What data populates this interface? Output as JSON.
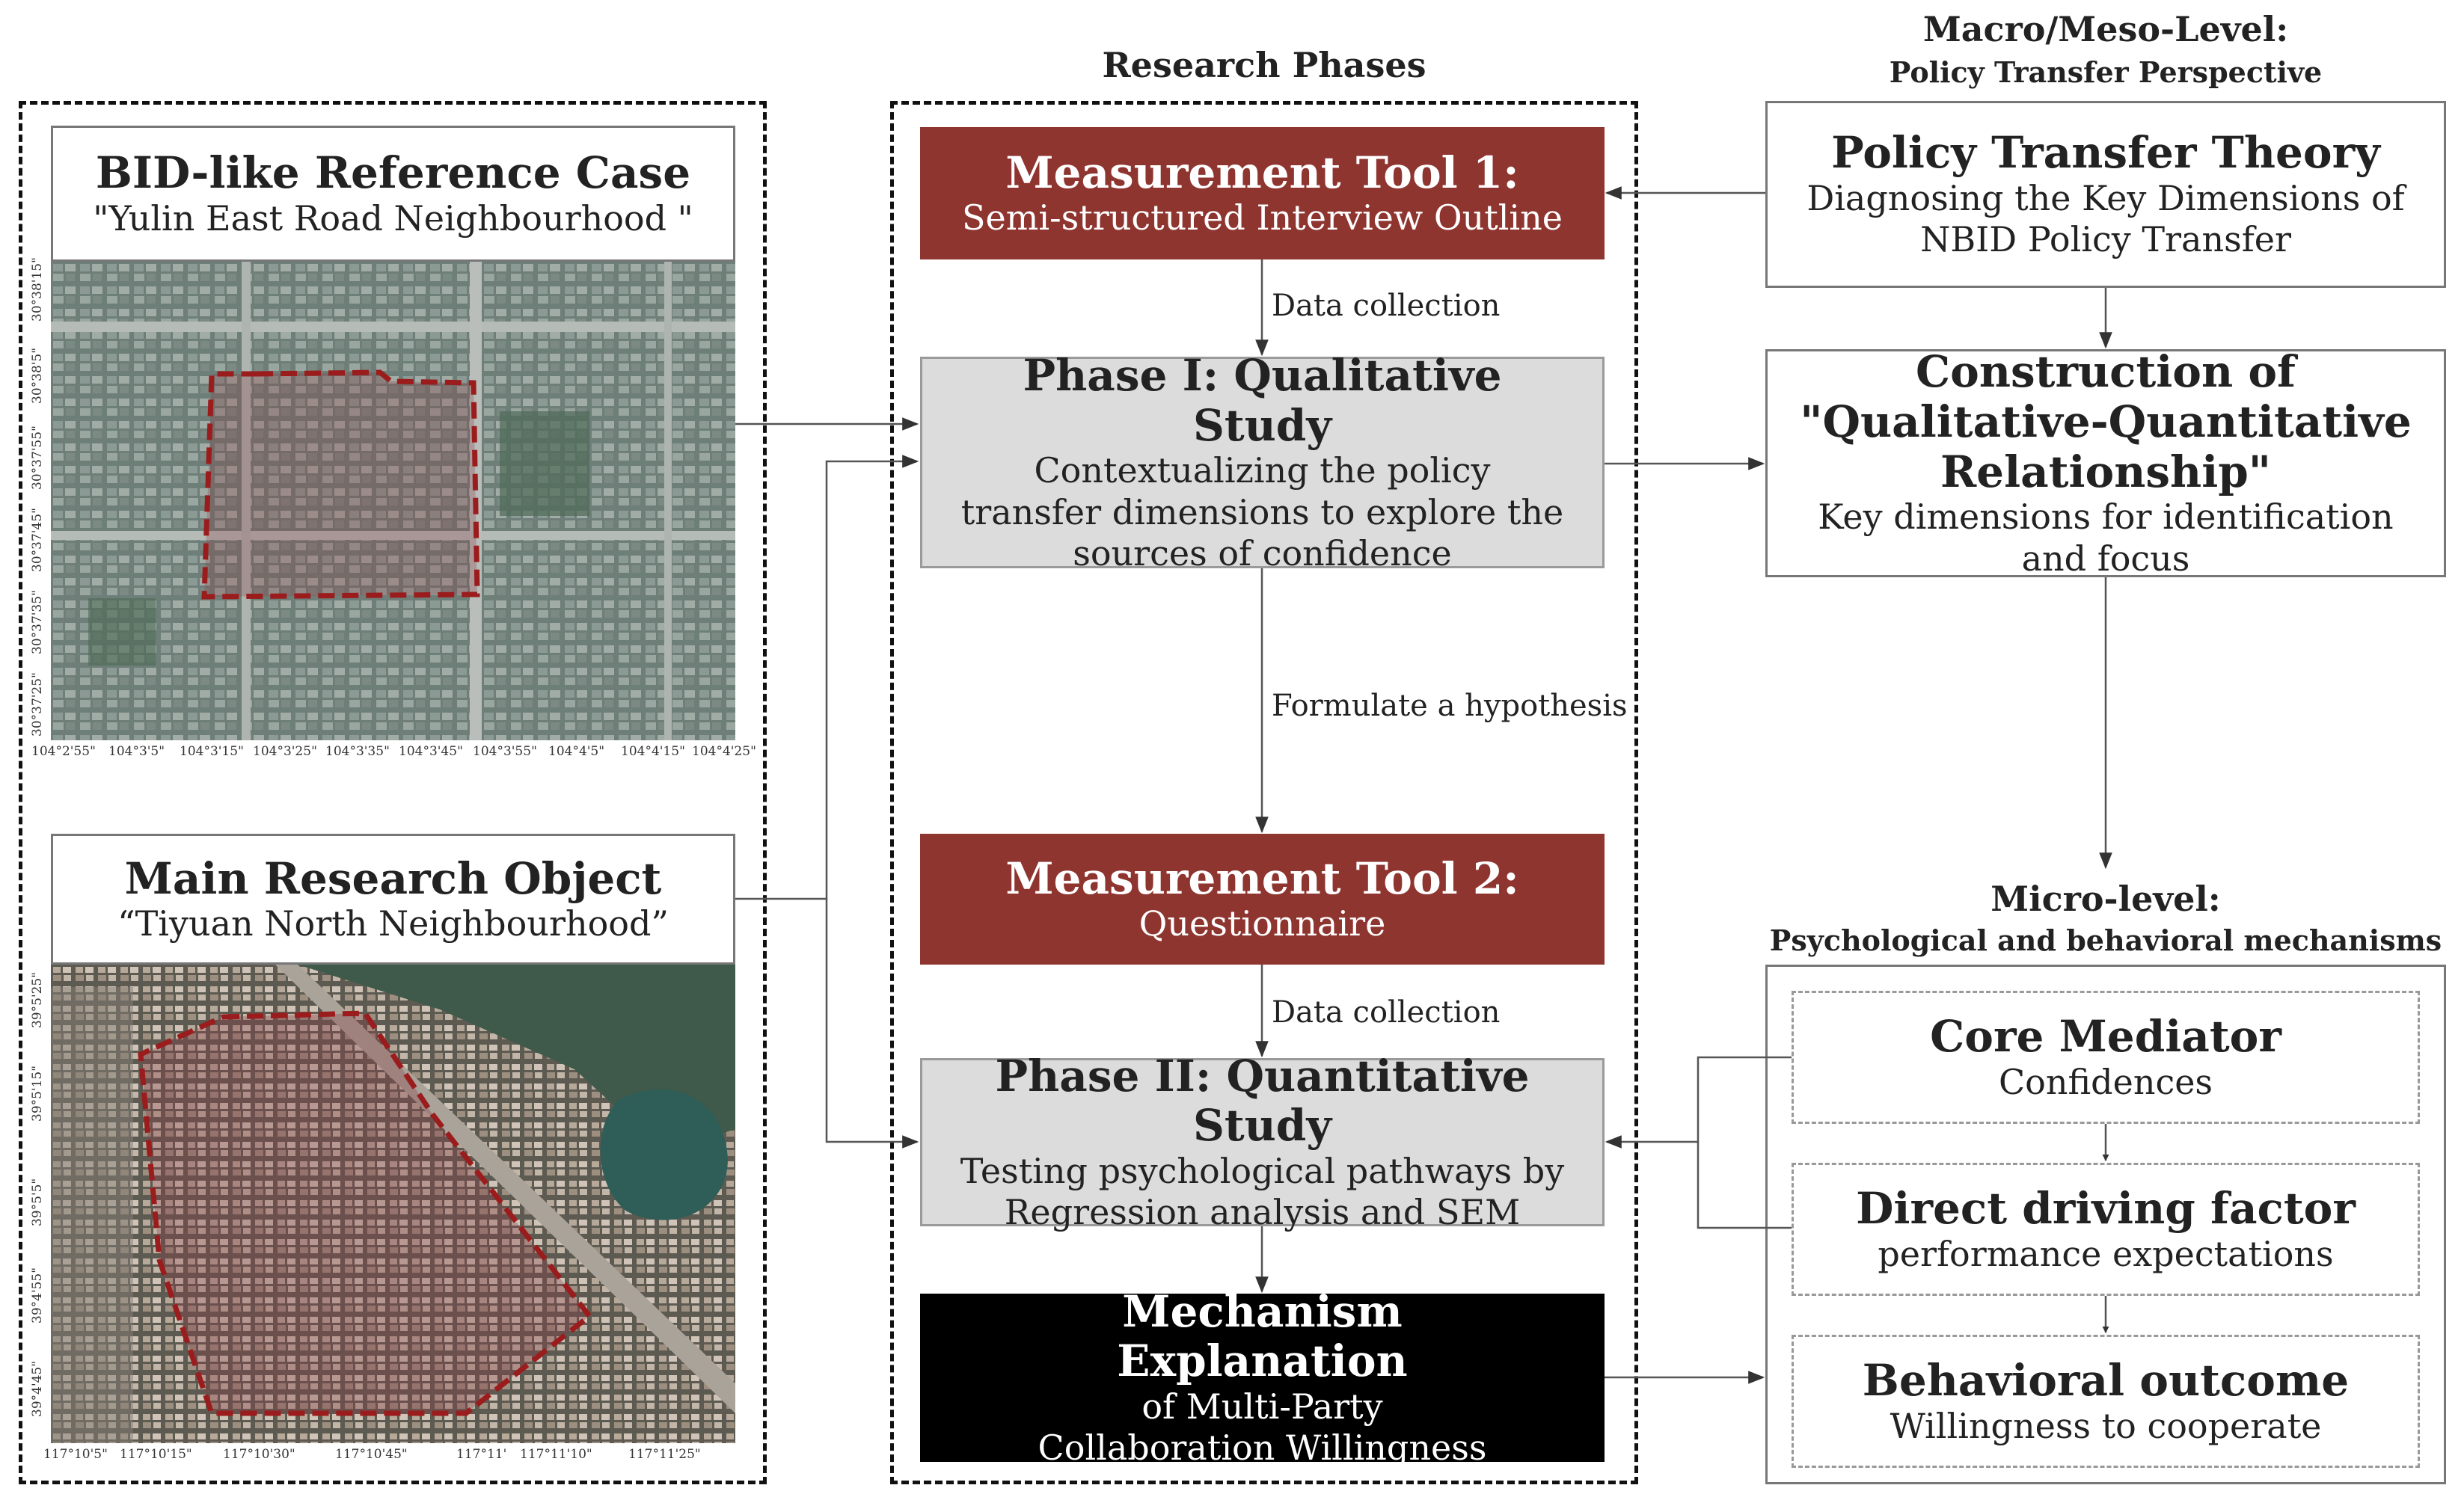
{
  "headings": {
    "research_phases": "Research Phases",
    "macro_title": "Macro/Meso-Level:",
    "macro_sub": "Policy Transfer Perspective",
    "micro_title": "Micro-level:",
    "micro_sub": "Psychological and behavioral mechanisms"
  },
  "left": {
    "case1_title": "BID-like Reference Case",
    "case1_name": "\"Yulin East Road Neighbourhood \"",
    "case1_lat_ticks": [
      "30°38'15\"",
      "30°38'5\"",
      "30°37'55\"",
      "30°37'45\"",
      "30°37'35\"",
      "30°37'25\""
    ],
    "case1_lon_ticks": [
      "104°2'55\"",
      "104°3'5\"",
      "104°3'15\"",
      "104°3'25\"",
      "104°3'35\"",
      "104°3'45\"",
      "104°3'55\"",
      "104°4'5\"",
      "104°4'15\"",
      "104°4'25\""
    ],
    "case2_title": "Main Research Object",
    "case2_name": "“Tiyuan North Neighbourhood”",
    "case2_lat_ticks": [
      "39°5'25\"",
      "39°5'15\"",
      "39°5'5\"",
      "39°4'55\"",
      "39°4'45\""
    ],
    "case2_lon_ticks": [
      "117°10'5\"",
      "117°10'15\"",
      "117°10'30\"",
      "117°10'45\"",
      "117°11'",
      "117°11'10\"",
      "117°11'25\""
    ]
  },
  "center": {
    "tool1_title": "Measurement Tool 1:",
    "tool1_sub": "Semi-structured Interview Outline",
    "label_data1": "Data collection",
    "phase1_title": "Phase I: Qualitative Study",
    "phase1_sub": "Contextualizing the policy transfer dimensions to explore the sources of confidence",
    "label_hypothesis": "Formulate a hypothesis",
    "tool2_title": "Measurement Tool 2:",
    "tool2_sub": "Questionnaire",
    "label_data2": "Data collection",
    "phase2_title": "Phase II: Quantitative Study",
    "phase2_sub": "Testing psychological pathways by Regression analysis and SEM",
    "mech_title": "Mechanism Explanation",
    "mech_sub": "of Multi-Party Collaboration Willingness"
  },
  "right": {
    "ptt_title": "Policy Transfer Theory",
    "ptt_sub": "Diagnosing the Key Dimensions of NBID Policy Transfer",
    "cons_title": "Construction of \"Qualitative-Quantitative Relationship\"",
    "cons_sub": "Key dimensions for identification and focus",
    "core_title": "Core Mediator",
    "core_sub": "Confidences",
    "direct_title": "Direct driving factor",
    "direct_sub": "performance expectations",
    "behav_title": "Behavioral outcome",
    "behav_sub": "Willingness to cooperate"
  },
  "colors": {
    "tool_red": "#8f3530",
    "phase_gray": "#dcdcdc",
    "mechanism_black": "#000000",
    "boundary_dark_red": "#9b1c1c"
  }
}
